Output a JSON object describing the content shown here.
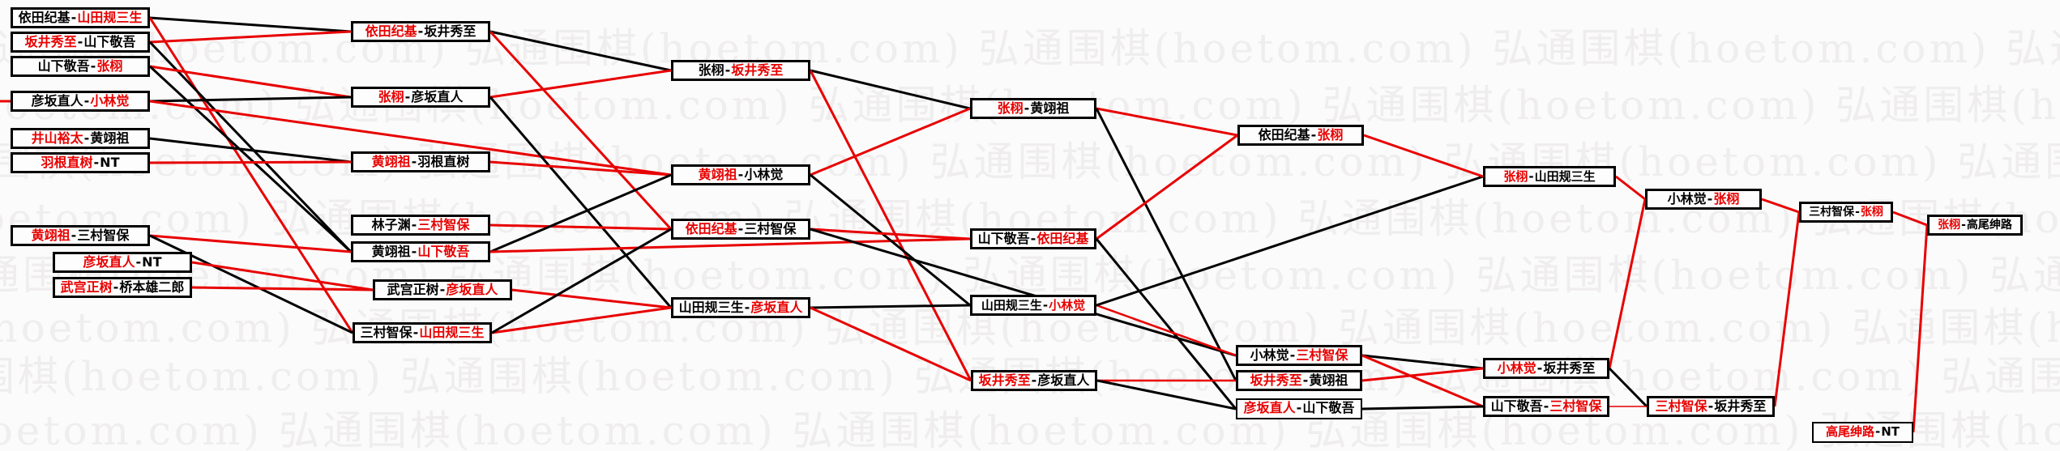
{
  "meta": {
    "watermark": "弘通围棋(hoetom.com)",
    "dash": "-",
    "colors": {
      "winner_red": "#e80000",
      "black": "#000000",
      "watermark_gray": "#efeded",
      "background": "#fbfbfb"
    }
  },
  "boxes": [
    {
      "p1": "依田纪基",
      "p1_color": "black",
      "p2": "山田规三生",
      "p2_color": "red"
    },
    {
      "p1": "坂井秀至",
      "p1_color": "red",
      "p2": "山下敬吾",
      "p2_color": "black"
    },
    {
      "p1": "山下敬吾",
      "p1_color": "black",
      "p2": "张栩",
      "p2_color": "red"
    },
    {
      "p1": "彦坂直人",
      "p1_color": "black",
      "p2": "小林觉",
      "p2_color": "red"
    },
    {
      "p1": "井山裕太",
      "p1_color": "red",
      "p2": "黄翊祖",
      "p2_color": "black"
    },
    {
      "p1": "羽根直树",
      "p1_color": "red",
      "p2": "NT",
      "p2_color": "black"
    },
    {
      "p1": "黄翊祖",
      "p1_color": "red",
      "p2": "三村智保",
      "p2_color": "black"
    },
    {
      "p1": "彦坂直人",
      "p1_color": "red",
      "p2": "NT",
      "p2_color": "black"
    },
    {
      "p1": "武宫正树",
      "p1_color": "red",
      "p2": "桥本雄二郎",
      "p2_color": "black"
    },
    {
      "p1": "依田纪基",
      "p1_color": "red",
      "p2": "坂井秀至",
      "p2_color": "black"
    },
    {
      "p1": "张栩",
      "p1_color": "red",
      "p2": "彦坂直人",
      "p2_color": "black"
    },
    {
      "p1": "黄翊祖",
      "p1_color": "red",
      "p2": "羽根直树",
      "p2_color": "black"
    },
    {
      "p1": "林子渊",
      "p1_color": "black",
      "p2": "三村智保",
      "p2_color": "red"
    },
    {
      "p1": "黄翊祖",
      "p1_color": "black",
      "p2": "山下敬吾",
      "p2_color": "red"
    },
    {
      "p1": "武宫正树",
      "p1_color": "black",
      "p2": "彦坂直人",
      "p2_color": "red"
    },
    {
      "p1": "三村智保",
      "p1_color": "black",
      "p2": "山田规三生",
      "p2_color": "red"
    },
    {
      "p1": "张栩",
      "p1_color": "black",
      "p2": "坂井秀至",
      "p2_color": "red"
    },
    {
      "p1": "黄翊祖",
      "p1_color": "red",
      "p2": "小林觉",
      "p2_color": "black"
    },
    {
      "p1": "依田纪基",
      "p1_color": "red",
      "p2": "三村智保",
      "p2_color": "black"
    },
    {
      "p1": "山田规三生",
      "p1_color": "black",
      "p2": "彦坂直人",
      "p2_color": "red"
    },
    {
      "p1": "张栩",
      "p1_color": "red",
      "p2": "黄翊祖",
      "p2_color": "black"
    },
    {
      "p1": "山下敬吾",
      "p1_color": "black",
      "p2": "依田纪基",
      "p2_color": "red"
    },
    {
      "p1": "山田规三生",
      "p1_color": "black",
      "p2": "小林觉",
      "p2_color": "red"
    },
    {
      "p1": "坂井秀至",
      "p1_color": "red",
      "p2": "彦坂直人",
      "p2_color": "black"
    },
    {
      "p1": "依田纪基",
      "p1_color": "black",
      "p2": "张栩",
      "p2_color": "red"
    },
    {
      "p1": "小林觉",
      "p1_color": "black",
      "p2": "三村智保",
      "p2_color": "red"
    },
    {
      "p1": "坂井秀至",
      "p1_color": "red",
      "p2": "黄翊祖",
      "p2_color": "black"
    },
    {
      "p1": "彦坂直人",
      "p1_color": "red",
      "p2": "山下敬吾",
      "p2_color": "black"
    },
    {
      "p1": "张栩",
      "p1_color": "red",
      "p2": "山田规三生",
      "p2_color": "black"
    },
    {
      "p1": "小林觉",
      "p1_color": "red",
      "p2": "坂井秀至",
      "p2_color": "black"
    },
    {
      "p1": "山下敬吾",
      "p1_color": "black",
      "p2": "三村智保",
      "p2_color": "red"
    },
    {
      "p1": "小林觉",
      "p1_color": "black",
      "p2": "张栩",
      "p2_color": "red"
    },
    {
      "p1": "三村智保",
      "p1_color": "red",
      "p2": "坂井秀至",
      "p2_color": "black"
    },
    {
      "p1": "三村智保",
      "p1_color": "black",
      "p2": "张栩",
      "p2_color": "red"
    },
    {
      "p1": "张栩",
      "p1_color": "red",
      "p2": "高尾绅路",
      "p2_color": "black"
    },
    {
      "p1": "高尾绅路",
      "p1_color": "red",
      "p2": "NT",
      "p2_color": "black"
    }
  ],
  "edges": [
    {
      "from": 0,
      "to": 9,
      "color": "black"
    },
    {
      "from": 0,
      "to": 15,
      "color": "red"
    },
    {
      "from": 1,
      "to": 9,
      "color": "red"
    },
    {
      "from": 1,
      "to": 13,
      "color": "black"
    },
    {
      "from": 2,
      "to": 10,
      "color": "red"
    },
    {
      "from": 2,
      "to": 13,
      "color": "black"
    },
    {
      "from": 3,
      "to": 10,
      "color": "black"
    },
    {
      "from": 3,
      "to": 17,
      "color": "red"
    },
    {
      "from": 4,
      "to": 11,
      "color": "black"
    },
    {
      "from": 5,
      "to": 11,
      "color": "red"
    },
    {
      "from": 6,
      "to": 13,
      "color": "red"
    },
    {
      "from": 6,
      "to": 15,
      "color": "black"
    },
    {
      "from": 7,
      "to": 14,
      "color": "red"
    },
    {
      "from": 8,
      "to": 14,
      "color": "red"
    },
    {
      "from": 9,
      "to": 16,
      "color": "black"
    },
    {
      "from": 9,
      "to": 18,
      "color": "red"
    },
    {
      "from": 10,
      "to": 16,
      "color": "red"
    },
    {
      "from": 10,
      "to": 19,
      "color": "black"
    },
    {
      "from": 11,
      "to": 17,
      "color": "red"
    },
    {
      "from": 12,
      "to": 18,
      "color": "red"
    },
    {
      "from": 13,
      "to": 17,
      "color": "black"
    },
    {
      "from": 13,
      "to": 21,
      "color": "red"
    },
    {
      "from": 14,
      "to": 19,
      "color": "red"
    },
    {
      "from": 15,
      "to": 19,
      "color": "red"
    },
    {
      "from": 15,
      "to": 18,
      "color": "black"
    },
    {
      "from": 16,
      "to": 20,
      "color": "black"
    },
    {
      "from": 16,
      "to": 23,
      "color": "red"
    },
    {
      "from": 17,
      "to": 20,
      "color": "red"
    },
    {
      "from": 17,
      "to": 22,
      "color": "black"
    },
    {
      "from": 18,
      "to": 21,
      "color": "red"
    },
    {
      "from": 18,
      "to": 25,
      "color": "black"
    },
    {
      "from": 19,
      "to": 22,
      "color": "black"
    },
    {
      "from": 19,
      "to": 23,
      "color": "red"
    },
    {
      "from": 20,
      "to": 24,
      "color": "red"
    },
    {
      "from": 20,
      "to": 26,
      "color": "black"
    },
    {
      "from": 21,
      "to": 24,
      "color": "red"
    },
    {
      "from": 21,
      "to": 27,
      "color": "black"
    },
    {
      "from": 22,
      "to": 25,
      "color": "red",
      "w": 2.5
    },
    {
      "from": 22,
      "to": 28,
      "color": "black"
    },
    {
      "from": 23,
      "to": 26,
      "color": "red",
      "w": 2.5
    },
    {
      "from": 23,
      "to": 27,
      "color": "black"
    },
    {
      "from": 24,
      "to": 28,
      "color": "red"
    },
    {
      "from": 25,
      "to": 29,
      "color": "black"
    },
    {
      "from": 25,
      "to": 30,
      "color": "red"
    },
    {
      "from": 26,
      "to": 29,
      "color": "red"
    },
    {
      "from": 27,
      "to": 30,
      "color": "black"
    },
    {
      "from": 28,
      "to": 31,
      "color": "red"
    },
    {
      "from": 29,
      "to": 31,
      "color": "red"
    },
    {
      "from": 29,
      "to": 32,
      "color": "black"
    },
    {
      "from": 30,
      "to": 32,
      "color": "red",
      "w": 1.5
    },
    {
      "from": 31,
      "to": 33,
      "color": "red"
    },
    {
      "from": 32,
      "to": 33,
      "color": "red"
    },
    {
      "from": 33,
      "to": 34,
      "color": "red"
    },
    {
      "from": 35,
      "to": 34,
      "color": "red"
    }
  ]
}
